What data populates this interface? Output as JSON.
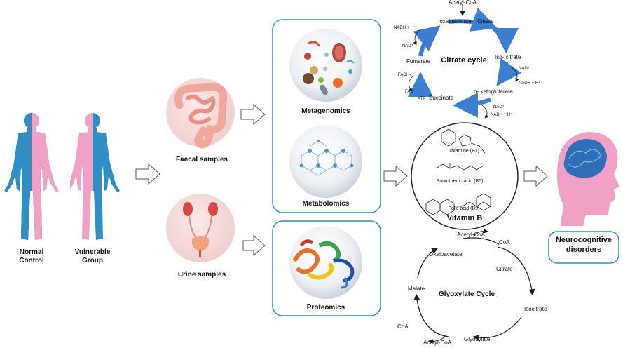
{
  "groups": {
    "normal_control": "Normal\nControl",
    "vulnerable_group": "Vulnerable\nGroup"
  },
  "samples": {
    "faecal": "Faecal samples",
    "urine": "Urine samples"
  },
  "omics": {
    "metagenomics": "Metagenomics",
    "metabolomics": "Metabolomics",
    "proteomics": "Proteomics"
  },
  "citrate_cycle": {
    "title": "Citrate cycle",
    "acetyl_coa": "Acetyl-CoA",
    "citrate": "Citrate",
    "isocitrate": "Iso- citrate",
    "alpha_kg": "α- ketoglutarate",
    "succinate": "Succinate",
    "fumarate": "Fumarate",
    "oxaloacetate": "oxaloacetate",
    "nadh_1": "NADH + H⁺",
    "nad_1": "NAD⁺",
    "nad_2": "NAD⁺",
    "nadh_2": "NADH + H⁺",
    "nad_3": "NAD⁺",
    "nadh_3": "NADH + H⁺",
    "fadh2": "FADH₂",
    "fad": "FAD",
    "atp": "ATP"
  },
  "vitamin_b": {
    "title": "Vitamin B",
    "thiamine": "Thiamine (B1)",
    "pantothenic": "Pantothenic acid (B5)",
    "folic": "Folic acid (B9)"
  },
  "glyoxylate_cycle": {
    "title": "Glyoxylate Cycle",
    "acetyl_coa_top": "Acetyl-CoA",
    "coa_top": "CoA",
    "oxaloacetate": "Oxaloacetate",
    "citrate": "Citrate",
    "isocitrate": "Isocitrate",
    "glyoxylate": "Glyoxylate",
    "acetyl_coa_bottom": "Acetyl-CoA",
    "coa_bottom": "CoA",
    "malate": "Malate"
  },
  "outcome": {
    "label": "Neurocognitive\ndisorders"
  },
  "colors": {
    "blue": "#2f8ec4",
    "pink": "#f2a1c6",
    "border": "#2b8fc9",
    "arrow_blue": "#3c7fd0"
  }
}
